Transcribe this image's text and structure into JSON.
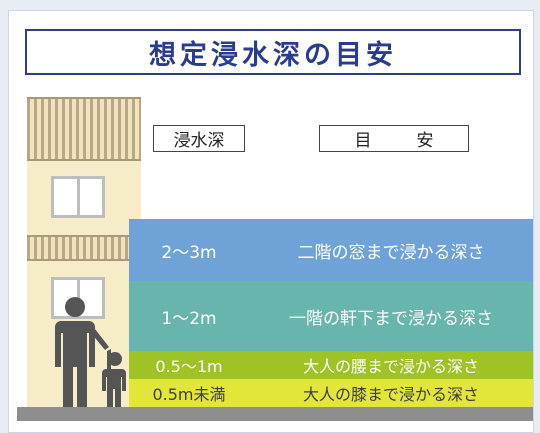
{
  "title": "想定浸水深の目安",
  "headers": {
    "depth": "浸水深",
    "guide": "目　安"
  },
  "bands": [
    {
      "depth": "2〜3m",
      "desc": "二階の窓まで浸かる深さ",
      "color": "#6fa3d8"
    },
    {
      "depth": "1〜2m",
      "desc": "一階の軒下まで浸かる深さ",
      "color": "#67b5ac"
    },
    {
      "depth": "0.5〜1m",
      "desc": "大人の腰まで浸かる深さ",
      "color": "#9ec324"
    },
    {
      "depth": "0.5m未満",
      "desc": "大人の膝まで浸かる深さ",
      "color": "#e2e638"
    }
  ],
  "colors": {
    "title": "#2a3c8f",
    "building": "#f7ecc8",
    "ground": "#8e8e8e",
    "figure": "#555555"
  }
}
